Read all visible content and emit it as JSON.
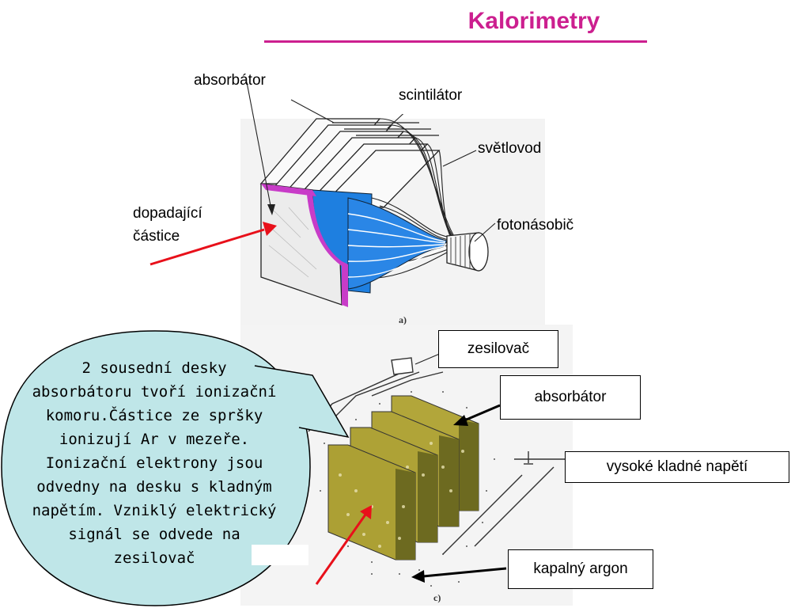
{
  "title": "Kalorimetry",
  "labels": {
    "absorbator_top": "absorbátor",
    "scintilator": "scintilátor",
    "svetlovod": "světlovod",
    "fotonasobic": "fotonásobič",
    "dopadajici_1": "dopadající",
    "dopadajici_2": "částice",
    "zesilovac": "zesilovač",
    "absorbator_bottom": "absorbátor",
    "vysoke_napeti": "vysoké kladné napětí",
    "kapalny_argon": "kapalný argon"
  },
  "figure_tags": {
    "a": "a)",
    "c": "c)"
  },
  "bubble": {
    "lines": [
      "2 sousední desky",
      "absorbátoru tvoří ionizační",
      "komoru.Částice ze spršky",
      "ionizují  Ar v mezeře.",
      "Ionizační elektrony jsou",
      "odvedny na desku s kladným",
      "napětím. Vzniklý elektrický",
      "signál se odvede na",
      "zesilovač"
    ]
  },
  "colors": {
    "title": "#cc1f8f",
    "bubble_fill": "#bfe6e8",
    "arrow_red": "#e8101a",
    "scintillator_blue": "#1e7fe0",
    "absorber_magenta": "#c83cc8",
    "plate_olive": "#a8a030"
  }
}
